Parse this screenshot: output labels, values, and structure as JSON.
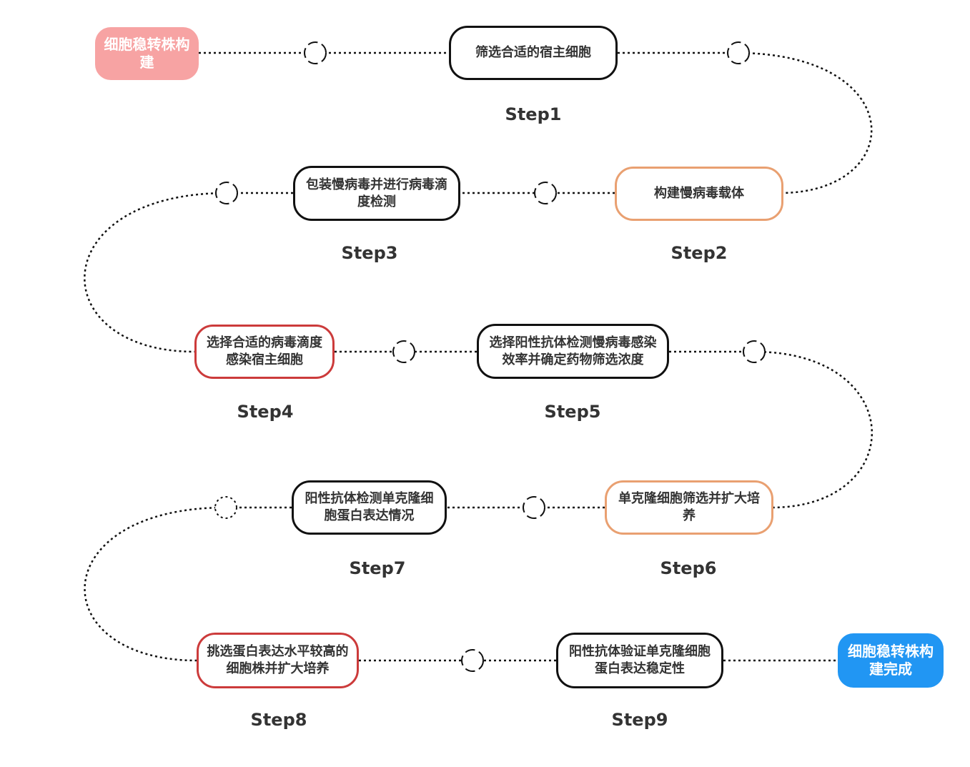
{
  "start": {
    "label": "细胞稳转株构建"
  },
  "end": {
    "label": "细胞稳转株构建完成"
  },
  "steps": [
    {
      "text": "筛选合适的宿主细胞",
      "label": "Step1"
    },
    {
      "text": "构建慢病毒载体",
      "label": "Step2"
    },
    {
      "text": "包装慢病毒并进行病毒滴度检测",
      "label": "Step3"
    },
    {
      "text": "选择合适的病毒滴度感染宿主细胞",
      "label": "Step4"
    },
    {
      "text": "选择阳性抗体检测慢病毒感染效率并确定药物筛选浓度",
      "label": "Step5"
    },
    {
      "text": "单克隆细胞筛选并扩大培养",
      "label": "Step6"
    },
    {
      "text": "阳性抗体检测单克隆细胞蛋白表达情况",
      "label": "Step7"
    },
    {
      "text": "挑选蛋白表达水平较高的细胞株并扩大培养",
      "label": "Step8"
    },
    {
      "text": "阳性抗体验证单克隆细胞蛋白表达稳定性",
      "label": "Step9"
    }
  ],
  "colors": {
    "start_pill": "#f7a3a3",
    "end_pill": "#2196f3",
    "default_border": "#111111",
    "orange_border": "#e9a071",
    "red_border": "#cc3b3b"
  }
}
